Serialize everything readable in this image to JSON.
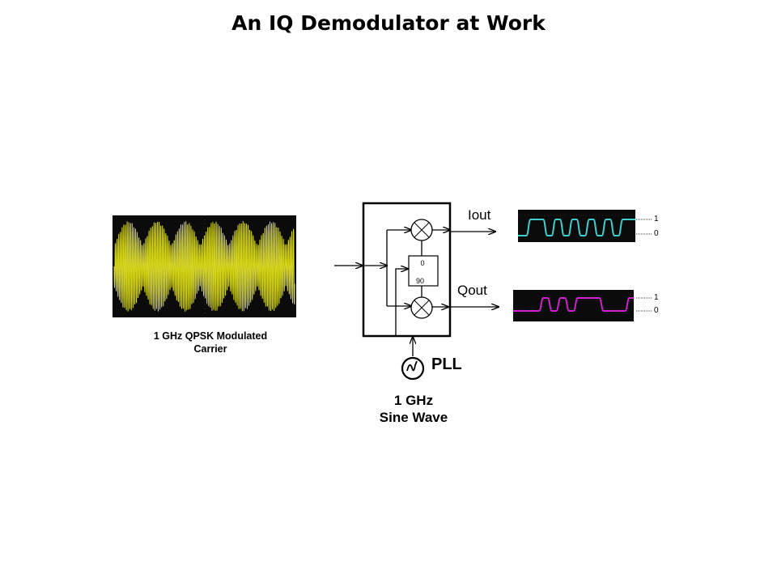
{
  "title": "An IQ Demodulator at Work",
  "input_signal": {
    "caption_line1": "1 GHz QPSK Modulated",
    "caption_line2": "Carrier",
    "trace_color": "#d8d820",
    "screen_color": "#0a0a0a"
  },
  "demodulator": {
    "phase_top": "0",
    "phase_bottom": "90",
    "i_label": "Iout",
    "q_label": "Qout",
    "pll_label": "PLL",
    "lo_caption_line1": "1 GHz",
    "lo_caption_line2": "Sine Wave"
  },
  "i_scope": {
    "trace_color": "#3fd0d0",
    "level_high": "1",
    "level_low": "0",
    "bits": [
      0,
      1,
      1,
      0,
      1,
      0,
      1,
      0,
      1,
      0,
      1,
      0,
      1,
      1
    ]
  },
  "q_scope": {
    "trace_color": "#d020d0",
    "level_high": "1",
    "level_low": "0",
    "bits": [
      0,
      0,
      0,
      1,
      0,
      1,
      0,
      1,
      1,
      1,
      0,
      0,
      0,
      1
    ]
  }
}
